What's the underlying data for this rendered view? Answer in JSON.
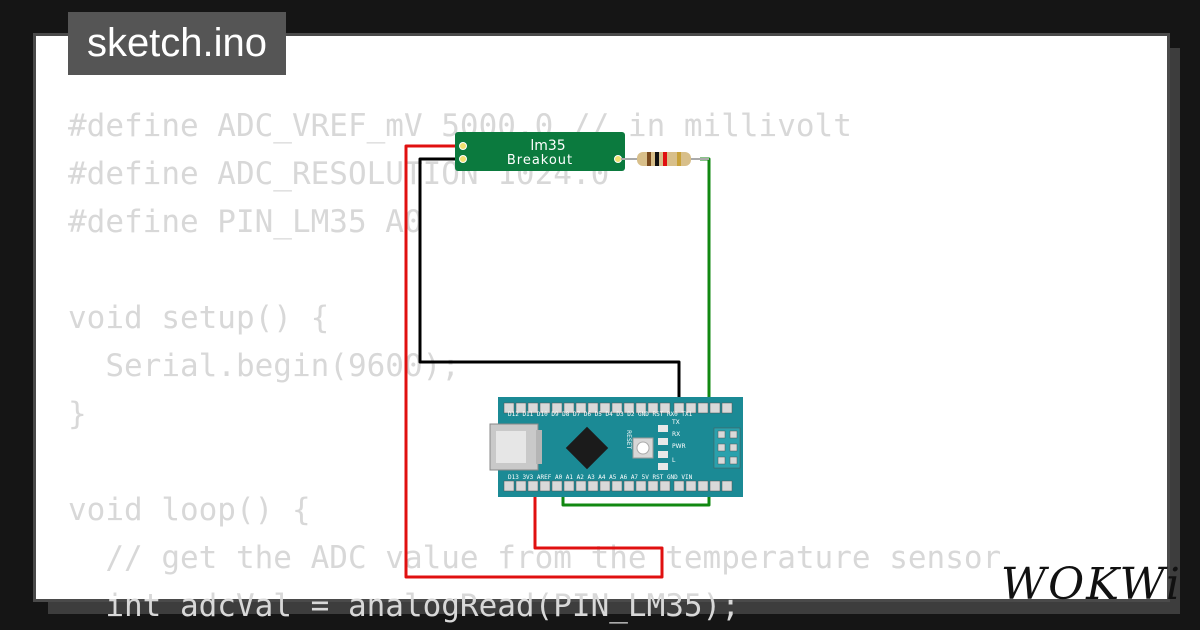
{
  "file_tab": {
    "label": "sketch.ino"
  },
  "code_lines": [
    "#define ADC_VREF_mV 5000.0 // in millivolt",
    "#define ADC_RESOLUTION 1024.0",
    "#define PIN_LM35 A0",
    "",
    "void setup() {",
    "  Serial.begin(9600);",
    "}",
    "",
    "void loop() {",
    "  // get the ADC value from the temperature sensor",
    "  int adcVal = analogRead(PIN_LM35);"
  ],
  "sensor": {
    "line1": "lm35",
    "line2": "Breakout"
  },
  "nano": {
    "top_pins": "D12 D11 D10 D9 D8 D7 D6 D5 D4 D3 D2 GND RST RX0 TX1",
    "bottom_pins": "D13 3V3 AREF A0 A1 A2 A3 A4 A5 A6 A7 5V RST GND VIN",
    "side_labels": [
      "RESET",
      "TX",
      "RX",
      "PWR",
      "L"
    ]
  },
  "logo": {
    "text": "WOKWi"
  },
  "colors": {
    "background": "#151515",
    "card": "#ffffff",
    "code_text": "#d8d8d8",
    "sensor_board": "#0b7a3e",
    "nano_board": "#1b8a95",
    "wire_red": "#e01010",
    "wire_black": "#000000",
    "wire_green": "#118811"
  }
}
